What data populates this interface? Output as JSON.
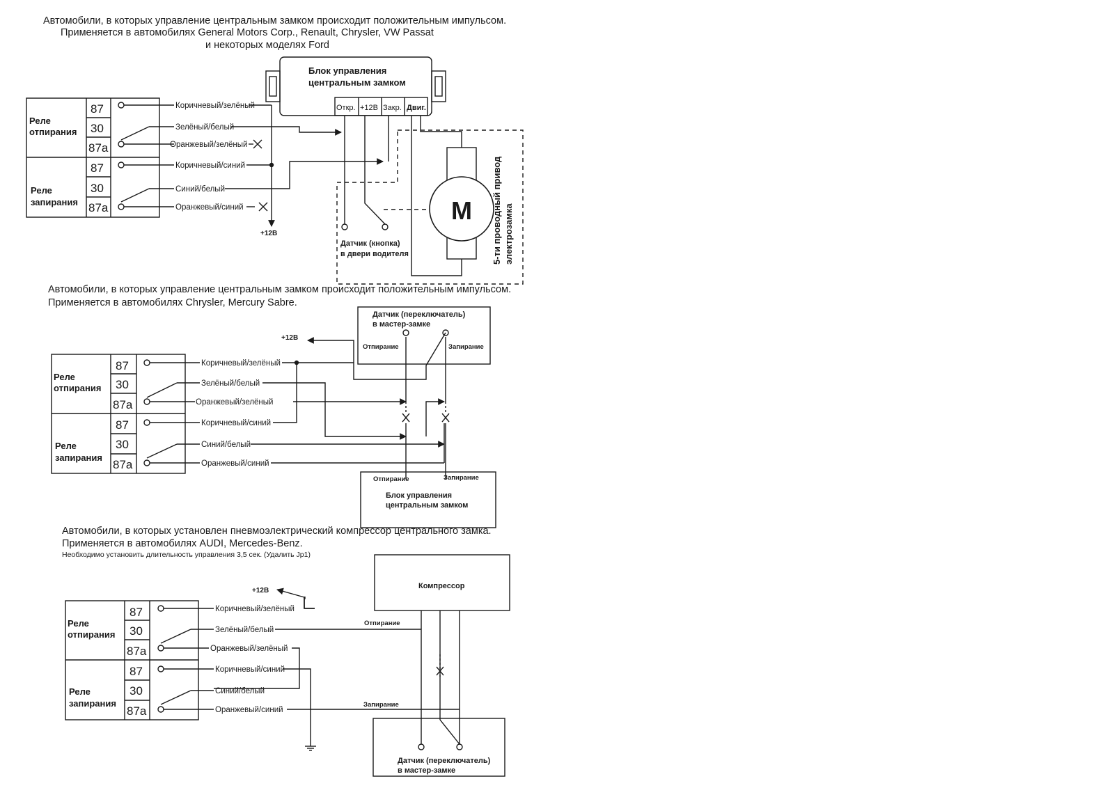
{
  "sections": [
    {
      "caption": [
        "Автомобили, в которых управление центральным замком происходит положительным импульсом.",
        "Применяется в автомобилях  General Motors Corp., Renault, Chrysler, VW Passat",
        "и некоторых моделях Ford"
      ],
      "relay_top_label": [
        "Реле",
        "отпирания"
      ],
      "relay_bottom_label": [
        "Реле",
        "запирания"
      ],
      "pins": [
        "87",
        "30",
        "87a",
        "87",
        "30",
        "87a"
      ],
      "wires": [
        "Коричневый/зелёный",
        "Зелёный/белый",
        "Оранжевый/зелёный",
        "Коричневый/синий",
        "Синий/белый",
        "Оранжевый/синий"
      ],
      "supply": "+12В",
      "control_unit": [
        "Блок управления",
        "центральным замком"
      ],
      "terminals": [
        "Откр.",
        "+12В",
        "Закр.",
        "Двиг."
      ],
      "sensor": [
        "Датчик (кнопка)",
        "в двери водителя"
      ],
      "motor_symbol": "M",
      "actuator": [
        "5-ти проводный привод",
        "электрозамка"
      ]
    },
    {
      "caption": [
        "Автомобили, в которых управление центральным замком происходит положительным импульсом.",
        "Применяется в автомобилях  Chrysler, Mercury Sabre."
      ],
      "relay_top_label": [
        "Реле",
        "отпирания"
      ],
      "relay_bottom_label": [
        "Реле",
        "запирания"
      ],
      "pins": [
        "87",
        "30",
        "87a",
        "87",
        "30",
        "87a"
      ],
      "wires": [
        "Коричневый/зелёный",
        "Зелёный/белый",
        "Оранжевый/зелёный",
        "Коричневый/синий",
        "Синий/белый",
        "Оранжевый/синий"
      ],
      "supply": "+12В",
      "switch": [
        "Датчик (переключатель)",
        "в мастер-замке"
      ],
      "unlock": "Отпирание",
      "lock": "Запирание",
      "control_unit": [
        "Блок управления",
        "центральным замком"
      ]
    },
    {
      "caption": [
        "Автомобили, в которых установлен пневмоэлектрический компрессор центрального замка.",
        "Применяется в автомобилях  AUDI, Mercedes-Benz."
      ],
      "note": "Необходимо установить длительность управления 3,5 сек. (Удалить Jp1)",
      "relay_top_label": [
        "Реле",
        "отпирания"
      ],
      "relay_bottom_label": [
        "Реле",
        "запирания"
      ],
      "pins": [
        "87",
        "30",
        "87a",
        "87",
        "30",
        "87a"
      ],
      "wires": [
        "Коричневый/зелёный",
        "Зелёный/белый",
        "Оранжевый/зелёный",
        "Коричневый/синий",
        "Синий/белый",
        "Оранжевый/синий"
      ],
      "supply": "+12В",
      "compressor": "Компрессор",
      "unlock": "Отпирание",
      "lock": "Запирание",
      "switch": [
        "Датчик (переключатель)",
        "в мастер-замке"
      ]
    }
  ],
  "colors": {
    "ink": "#1a1a1a",
    "background": "#ffffff"
  }
}
